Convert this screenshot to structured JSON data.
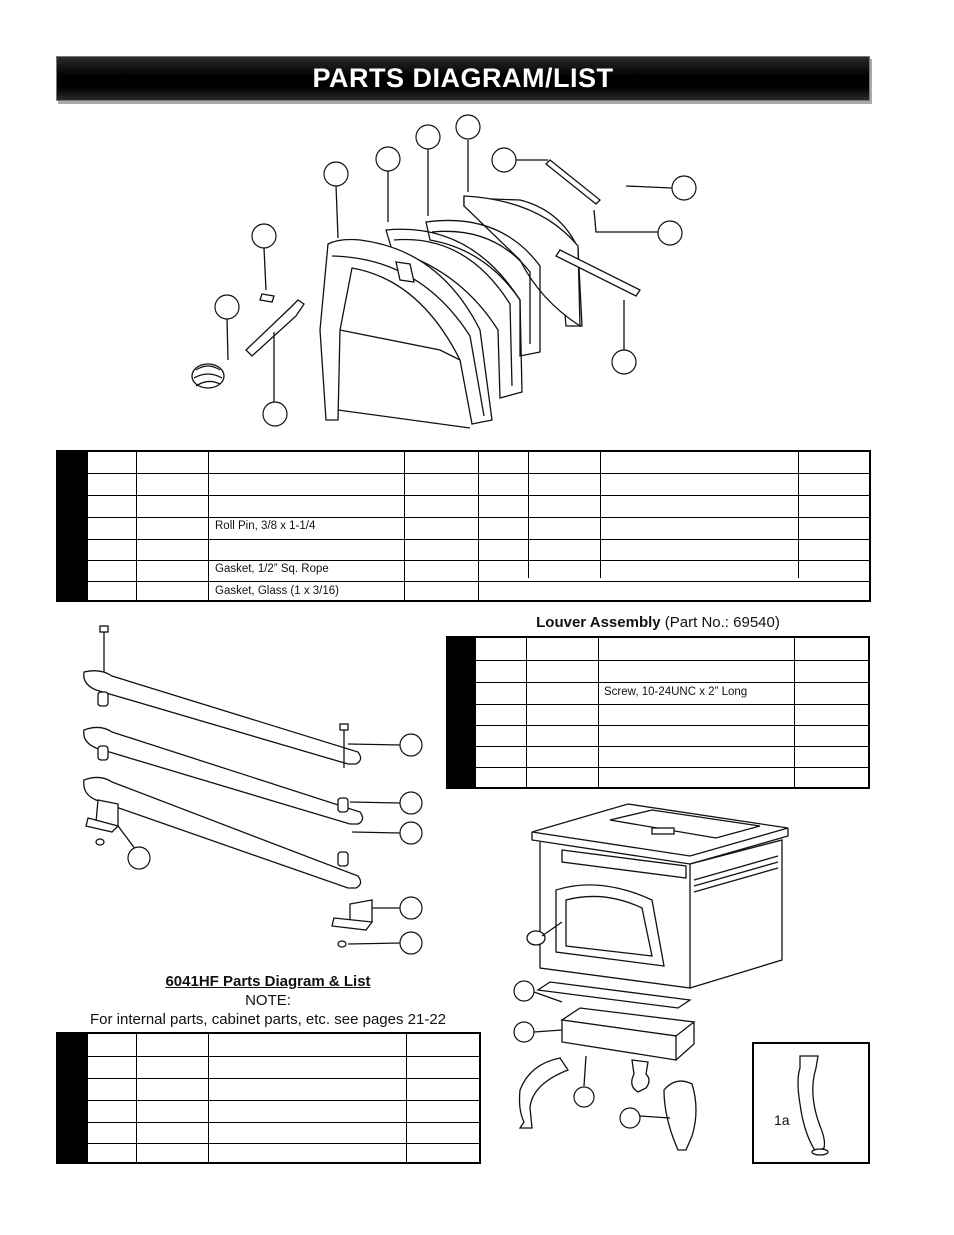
{
  "page": {
    "title": "PARTS DIAGRAM/LIST"
  },
  "door_parts_table": {
    "rows_with_text": [
      {
        "row": 3,
        "description": "Roll Pin, 3/8 x 1-1/4"
      },
      {
        "row": 5,
        "description": "Gasket, 1/2” Sq. Rope"
      },
      {
        "row": 6,
        "description": "Gasket, Glass (1 x 3/16)"
      }
    ]
  },
  "louver_assembly": {
    "title": "Louver Assembly",
    "part_no": "(Part No.: 69540)",
    "rows_with_text": [
      {
        "row": 2,
        "description": "Screw, 10-24UNC x 2” Long"
      }
    ]
  },
  "model_caption": {
    "title": "6041HF Parts Diagram & List",
    "note_label": "NOTE:",
    "note_text": "For internal parts, cabinet parts, etc. see pages 21-22"
  },
  "leg_inset": {
    "label": "1a"
  }
}
